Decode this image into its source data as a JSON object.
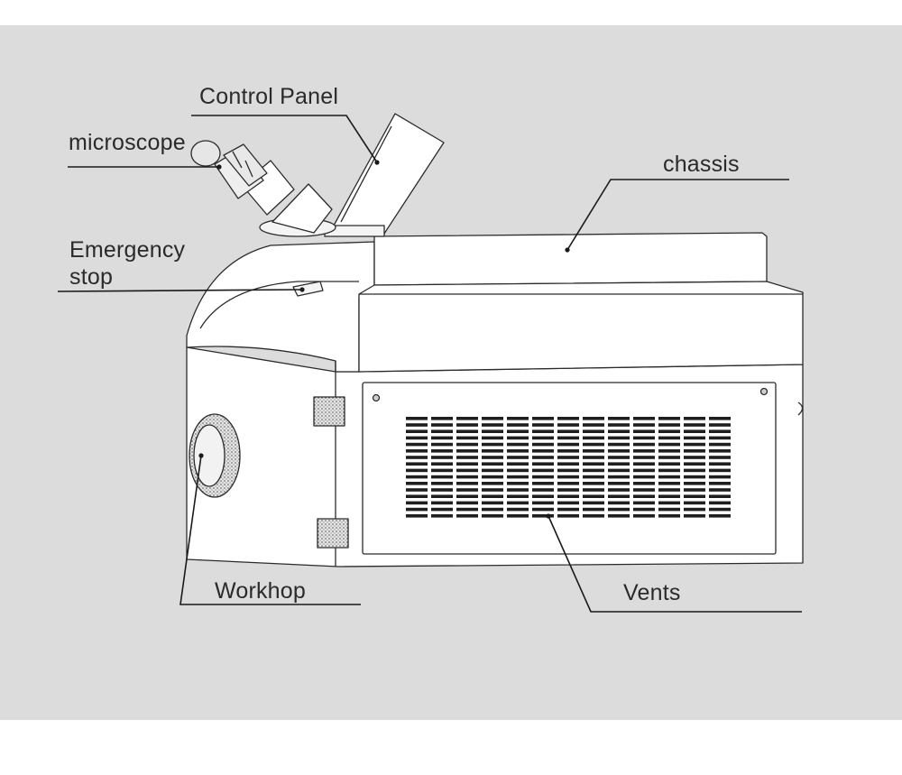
{
  "labels": {
    "control_panel": "Control Panel",
    "microscope": "microscope",
    "chassis": "chassis",
    "emergency_stop_line1": "Emergency",
    "emergency_stop_line2": "stop",
    "workshop": "Workhop",
    "vents": "Vents"
  },
  "colors": {
    "background": "#dcdcdc",
    "machine_fill": "#ffffff",
    "outline": "#2b2b2b",
    "leader": "#1a1a1a"
  }
}
